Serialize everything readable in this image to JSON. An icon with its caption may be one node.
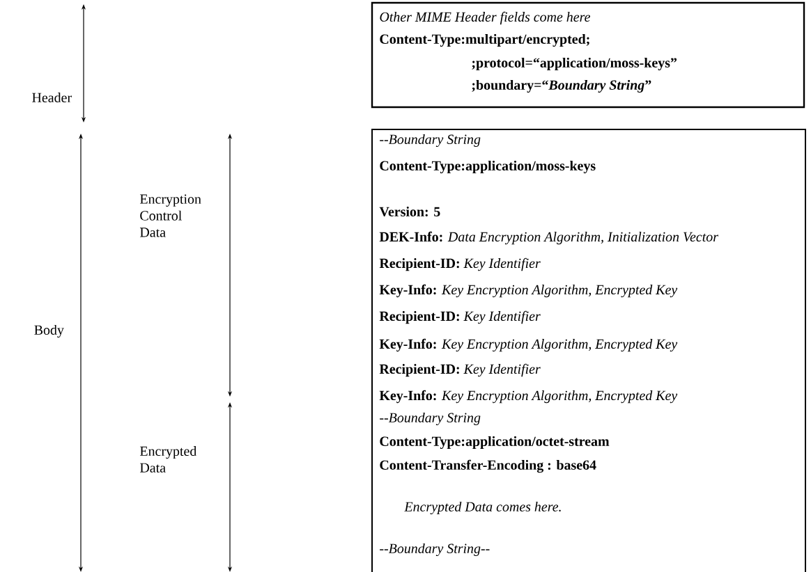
{
  "diagram": {
    "nodes": [
      {
        "text": [
          "Other MIME Header fields come here",
          "Content-Type:multipart/encrypted;",
          ";protocol=“application/moss-keys”",
          ";boundary=“*Boundary String*”"
        ]
      },
      {
        "text": [
          "--Boundary String",
          "Content-Type:application/moss-keys",
          "Version: 5",
          "**DEK-Info:** *Data Encryption Algorithm, Initialization Vector*",
          "**Recipient-ID:** *Key Identifier*",
          "**Key-Info:** *Key Encryption Algorithm, Encrypted Key*",
          "**Recipient-ID:** *Key Identifier*",
          "**Key-Info:** *Key Encryption Algorithm, Encrypted Key*",
          "**Recipient-ID:** *Key Identifier*",
          "**Key-Info:** *Key Encryption Algorithm, Encrypted Key*",
          "--Boundary String",
          "Content-Type:application/octet-stream",
          "Content-Transfer-Encoding : base64",
          "Encrypted Data comes here.",
          "--Boundary String--"
        ]
      }
    ],
    "labels": [
      "Header",
      "Encryption Control Data",
      "Body",
      "Encrypted Data"
    ]
  }
}
